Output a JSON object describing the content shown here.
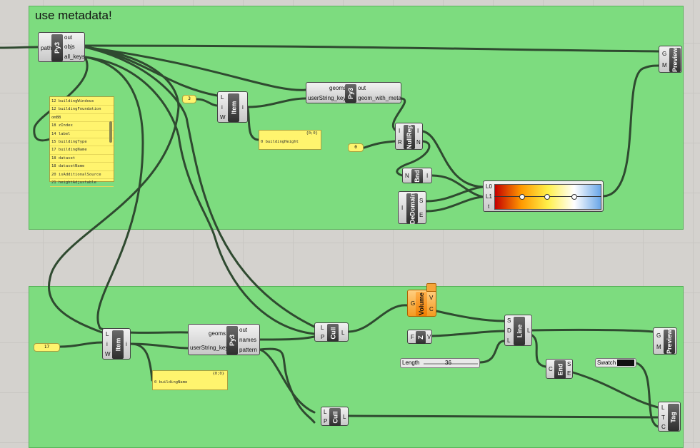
{
  "group_top": {
    "title": "use metadata!"
  },
  "py3_top": {
    "core": "Py3",
    "inputs": [
      "path"
    ],
    "outputs": [
      "out",
      "objs",
      "all_keys"
    ]
  },
  "keys_panel": {
    "items": [
      "12 buildingWindows",
      "12 buildingFoundation",
      "omBB",
      "18 zIndex",
      "14 label",
      "15 buildingType",
      "17 buildingName",
      "18 dataset",
      "18 datasetName",
      "20 isAdditionalSource",
      "21 heightAdjustable"
    ]
  },
  "index_top": {
    "value": "3"
  },
  "item_top": {
    "core": "Item",
    "inputs": [
      "L",
      "i",
      "W"
    ],
    "outputs": [
      "i"
    ]
  },
  "name_panel_top": {
    "header": "{0;0}",
    "text": "0 buildingHeight"
  },
  "py3_mid": {
    "core": "Py3",
    "inputs": [
      "geoms",
      "userString_key"
    ],
    "outputs": [
      "out",
      "geom_with_meta"
    ]
  },
  "zero_val": {
    "value": "0"
  },
  "nullrep": {
    "core": "NullRep",
    "inputs": [
      "I",
      "R"
    ],
    "outputs": [
      "I",
      "N"
    ]
  },
  "bnd": {
    "core": "Bnd",
    "inputs": [
      "N"
    ],
    "outputs": [
      "I"
    ]
  },
  "dedomain": {
    "core": "DeDomain",
    "inputs": [
      "I"
    ],
    "outputs": [
      "S",
      "E"
    ]
  },
  "gradient": {
    "inputs": [
      "L0",
      "L1",
      "t"
    ],
    "stops": [
      "#c40000",
      "#ff9a00",
      "#fff04a",
      "#ffffff",
      "#6aa6e8"
    ]
  },
  "preview_top": {
    "core": "Preview",
    "inputs": [
      "G",
      "M"
    ]
  },
  "index_bottom": {
    "value": "17"
  },
  "item_bottom": {
    "core": "Item",
    "inputs": [
      "L",
      "i",
      "W"
    ],
    "outputs": [
      "i"
    ]
  },
  "name_panel_bottom": {
    "header": "{0;0}",
    "text": "0 buildingName"
  },
  "py3_bottom": {
    "core": "Py3",
    "inputs": [
      "geoms",
      "userString_key"
    ],
    "outputs": [
      "out",
      "names",
      "pattern"
    ]
  },
  "cull_1": {
    "core": "Cull",
    "inputs": [
      "L",
      "P"
    ],
    "outputs": [
      "L"
    ]
  },
  "cull_2": {
    "core": "Cull",
    "inputs": [
      "L",
      "P"
    ],
    "outputs": [
      "L"
    ]
  },
  "volume": {
    "core": "Volume",
    "inputs": [
      "G"
    ],
    "outputs": [
      "V",
      "C"
    ]
  },
  "vec_z": {
    "core": "Z",
    "inputs": [
      "F"
    ],
    "outputs": [
      "V"
    ]
  },
  "line": {
    "core": "Line",
    "inputs": [
      "S",
      "D",
      "L"
    ],
    "outputs": [
      "L"
    ]
  },
  "length_slider": {
    "label": "Length",
    "value": "36",
    "fraction": 0.36
  },
  "end": {
    "core": "End",
    "inputs": [
      "C"
    ],
    "outputs": [
      "S",
      "E"
    ]
  },
  "swatch": {
    "label": "Swatch",
    "color": "#111111"
  },
  "preview_bottom": {
    "core": "Preview",
    "inputs": [
      "G",
      "M"
    ]
  },
  "tag": {
    "core": "Tag",
    "inputs": [
      "L",
      "T",
      "C"
    ]
  }
}
